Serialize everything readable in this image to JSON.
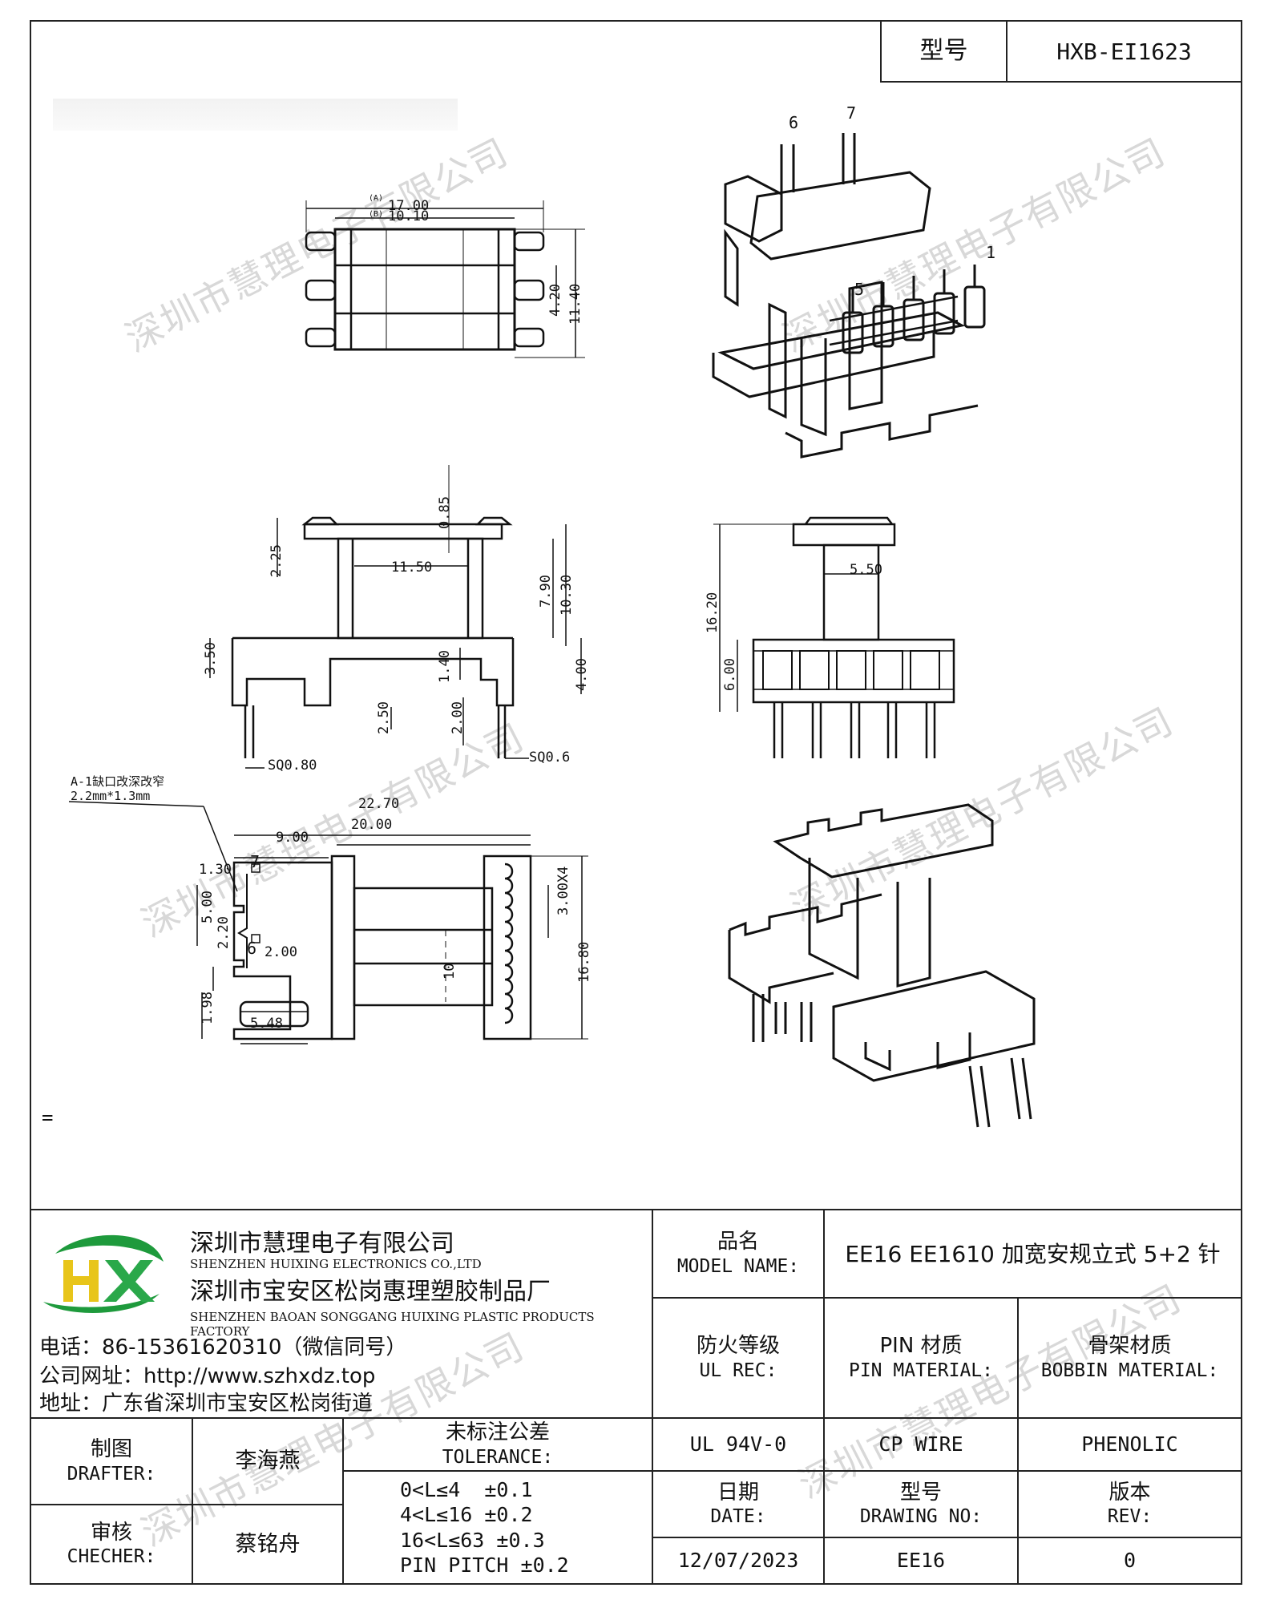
{
  "header": {
    "model_label": "型号",
    "model_value": "HXB-EI1623"
  },
  "watermark": "深圳市慧理电子有限公司",
  "drawing": {
    "top_view": {
      "d1_tag": "(A)",
      "d1": "17.00",
      "d2_tag": "(B)",
      "d2": "10.10",
      "d3": "4.20",
      "d4": "11.40"
    },
    "front_view": {
      "d_085": "0.85",
      "d_225": "2.25",
      "d_1150": "11.50",
      "d_790": "7.90",
      "d_1030": "10.30",
      "d_350": "3.50",
      "d_140": "1.40",
      "d_400": "4.00",
      "d_250": "2.50",
      "d_200": "2.00",
      "sq1": "SQ0.80",
      "sq2": "SQ0.6"
    },
    "side_view": {
      "d_550": "5.50",
      "d_1620": "16.20",
      "d_600": "6.00"
    },
    "bottom_view": {
      "note1": "A-1缺口改深改窄",
      "note2": "2.2mm*1.3mm",
      "d_2270": "22.70",
      "d_2000": "20.00",
      "d_900": "9.00",
      "d_130": "1.30",
      "d_500": "5.00",
      "d_220": "2.20",
      "d_200b": "2.00",
      "d_300x4": "3.00X4",
      "d_1680": "16.80",
      "d_198": "1.98",
      "d_548": "5.48",
      "d_10": "10",
      "pin7": "7",
      "pin6": "6"
    },
    "iso_top": {
      "pin6": "6",
      "pin7": "7",
      "pin1": "1",
      "pin5": "5"
    },
    "stray": "="
  },
  "company": {
    "name_cn": "深圳市慧理电子有限公司",
    "name_en": "SHENZHEN HUIXING ELECTRONICS CO.,LTD",
    "factory_cn": "深圳市宝安区松岗惠理塑胶制品厂",
    "factory_en": "SHENZHEN BAOAN SONGGANG HUIXING PLASTIC PRODUCTS FACTORY",
    "phone": "电话：86-15361620310（微信同号）",
    "website": "公司网址：http://www.szhxdz.top",
    "address": "地址：广东省深圳市宝安区松岗街道",
    "logo_text": "HX",
    "logo_colors": {
      "h": "#e8c51a",
      "x": "#2aa84a",
      "swoosh": "#1e9a3c"
    }
  },
  "table": {
    "model_name_cn": "品名",
    "model_name_en": "MODEL NAME:",
    "model_name_value": "EE16 EE1610 加宽安规立式 5+2 针",
    "ul_cn": "防火等级",
    "ul_en": "UL REC:",
    "pin_cn": "PIN 材质",
    "pin_en": "PIN MATERIAL:",
    "bobbin_cn": "骨架材质",
    "bobbin_en": "BOBBIN MATERIAL:",
    "ul_value": "UL 94V-0",
    "pin_value": "CP WIRE",
    "bobbin_value": "PHENOLIC",
    "drafter_cn": "制图",
    "drafter_en": "DRAFTER:",
    "drafter_value": "李海燕",
    "checker_cn": "审核",
    "checker_en": "CHECHER:",
    "checker_value": "蔡铭舟",
    "tol_cn": "未标注公差",
    "tol_en": "TOLERANCE:",
    "tol_lines": [
      "0<L≤4  ±0.1",
      "4<L≤16 ±0.2",
      "16<L≤63 ±0.3",
      "PIN PITCH ±0.2"
    ],
    "date_cn": "日期",
    "date_en": "DATE:",
    "date_value": "12/07/2023",
    "dwg_cn": "型号",
    "dwg_en": "DRAWING NO:",
    "dwg_value": "EE16",
    "rev_cn": "版本",
    "rev_en": "REV:",
    "rev_value": "0"
  }
}
